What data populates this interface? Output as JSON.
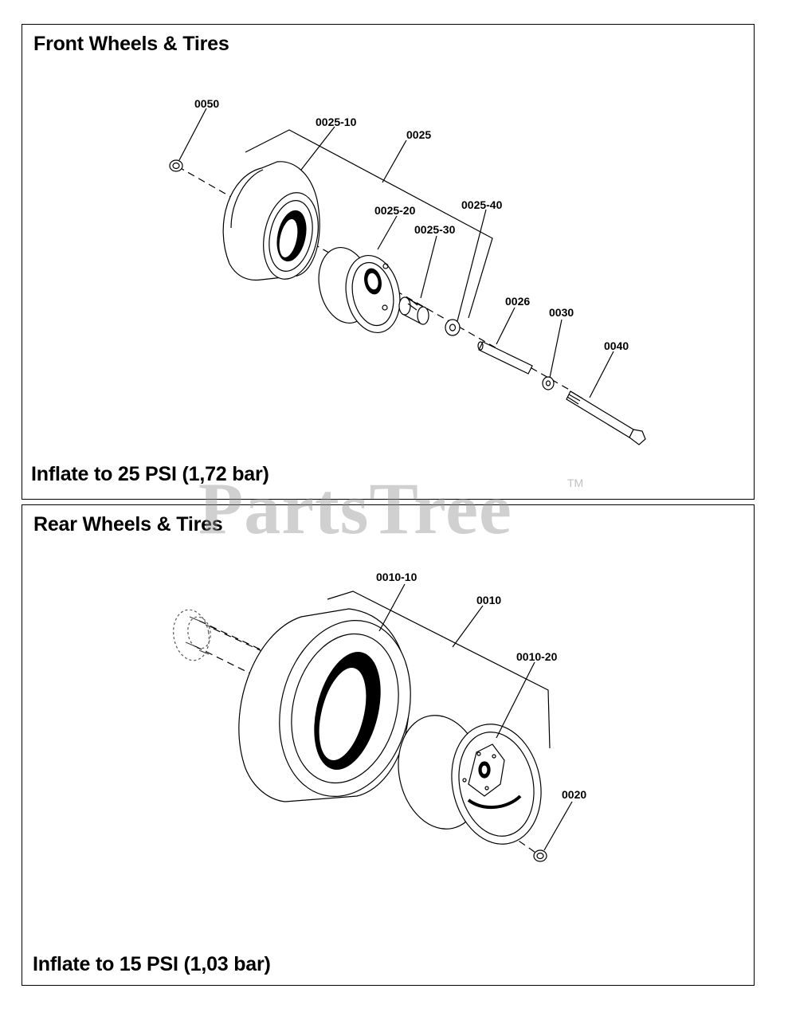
{
  "front": {
    "title": "Front Wheels & Tires",
    "inflate": "Inflate to 25 PSI (1,72 bar)",
    "labels": {
      "p0050": "0050",
      "p0025_10": "0025-10",
      "p0025": "0025",
      "p0025_20": "0025-20",
      "p0025_40": "0025-40",
      "p0025_30": "0025-30",
      "p0026": "0026",
      "p0030": "0030",
      "p0040": "0040"
    }
  },
  "rear": {
    "title": "Rear Wheels & Tires",
    "inflate": "Inflate to 15 PSI (1,03 bar)",
    "labels": {
      "p0010_10": "0010-10",
      "p0010": "0010",
      "p0010_20": "0010-20",
      "p0020": "0020"
    }
  },
  "watermark": {
    "text": "PartsTree",
    "tm": "TM"
  }
}
